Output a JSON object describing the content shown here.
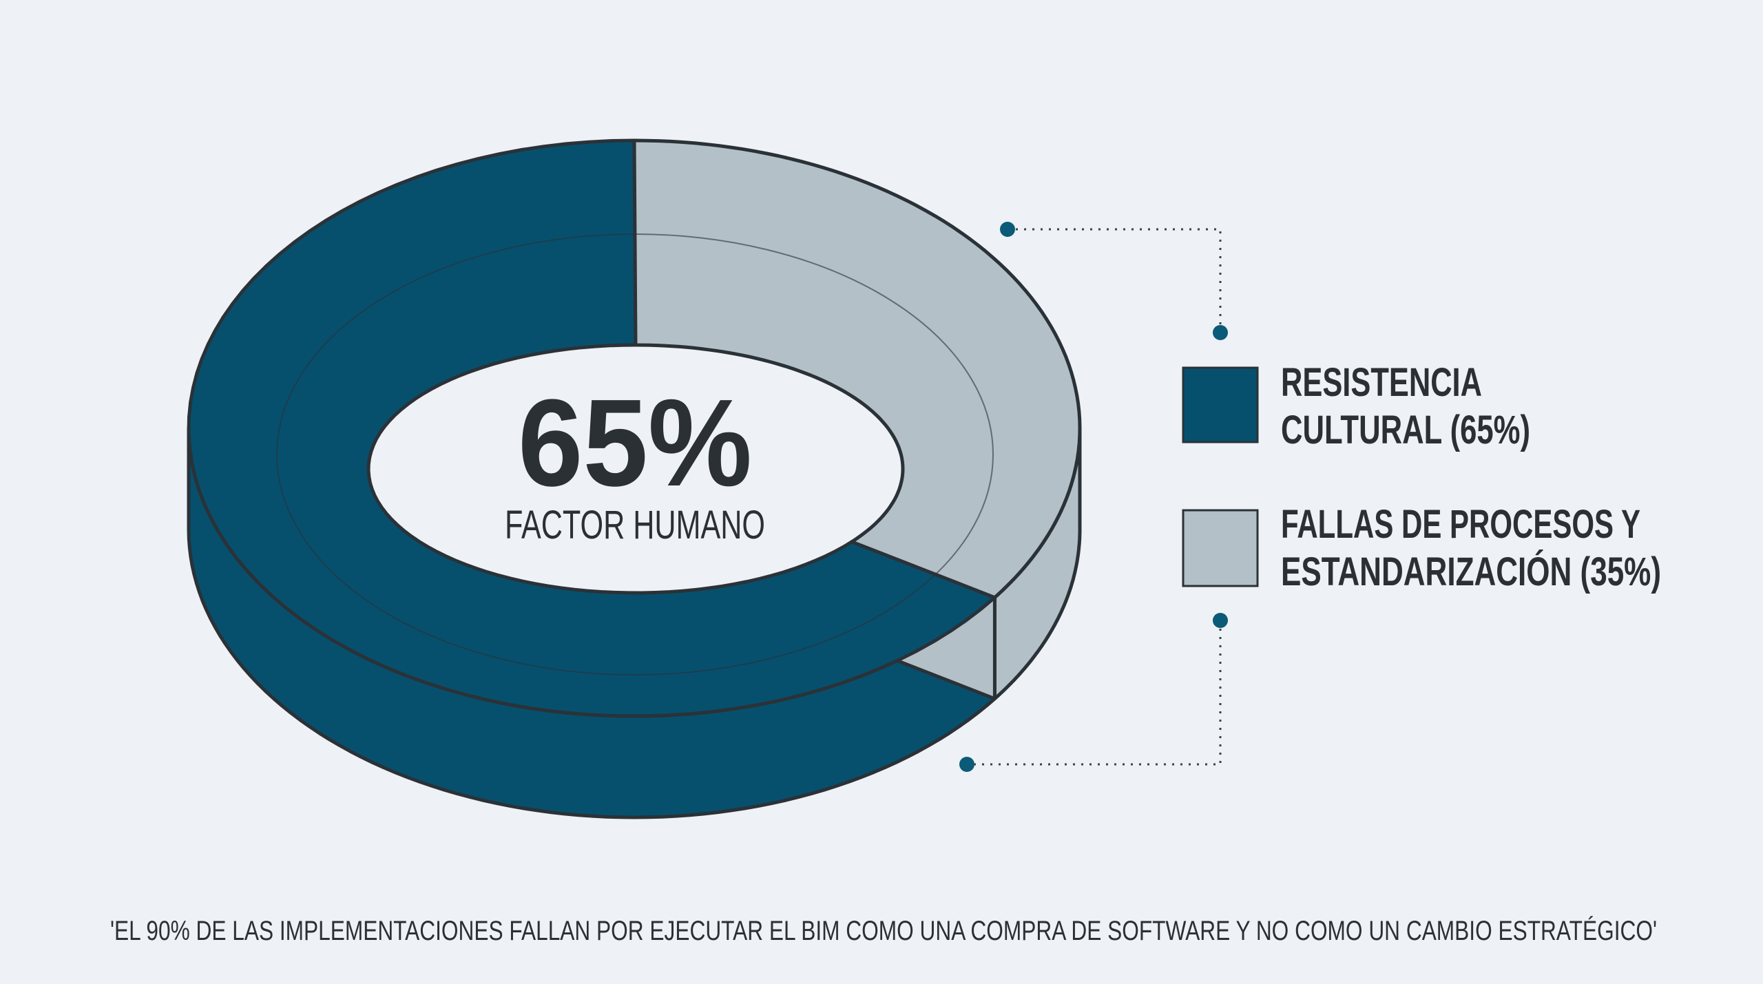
{
  "chart_data": {
    "type": "pie",
    "style": "3d-donut",
    "center_value": "65%",
    "center_label": "FACTOR HUMANO",
    "series": [
      {
        "name": "RESISTENCIA CULTURAL (65%)",
        "name_lines": [
          "RESISTENCIA",
          "CULTURAL (65%)"
        ],
        "value": 65,
        "color": "#06506e"
      },
      {
        "name": "FALLAS DE PROCESOS Y ESTANDARIZACIÓN (35%)",
        "name_lines": [
          "FALLAS DE PROCESOS Y",
          "ESTANDARIZACIÓN (35%)"
        ],
        "value": 35,
        "color": "#b3c0c8"
      }
    ],
    "legend": "right",
    "annotation": "'EL 90% DE LAS IMPLEMENTACIONES FALLAN POR EJECUTAR EL BIM COMO UNA COMPRA DE SOFTWARE Y NO COMO UN CAMBIO ESTRATÉGICO'"
  },
  "colors": {
    "background": "#eef1f5",
    "outline": "#2a3238",
    "accent_dot": "#0b5a78"
  }
}
